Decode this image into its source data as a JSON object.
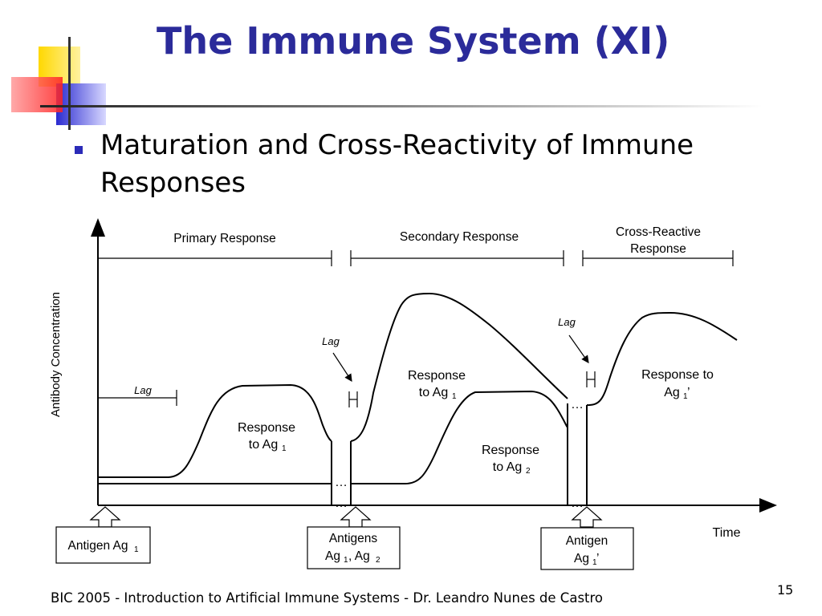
{
  "slide": {
    "title": "The Immune System (XI)",
    "bullet": "Maturation and Cross-Reactivity of Immune Responses",
    "footer": "BIC 2005 - Introduction to Artificial Immune Systems - Dr. Leandro Nunes de Castro",
    "page_number": "15"
  },
  "diagram": {
    "y_axis_label": "Antibody Concentration",
    "x_axis_label": "Time",
    "phases": {
      "primary": "Primary Response",
      "secondary": "Secondary Response",
      "cross_line1": "Cross-Reactive",
      "cross_line2": "Response"
    },
    "lag": "Lag",
    "curves": {
      "primary_ag1_line1": "Response",
      "primary_ag1_line2": "to Ag",
      "secondary_ag1_line1": "Response",
      "secondary_ag1_line2": "to Ag",
      "ag2_line1": "Response",
      "ag2_line2": "to Ag",
      "cross_line1": "Response to",
      "cross_line2": "Ag"
    },
    "antigens": {
      "first": "Antigen Ag",
      "second_line1": "Antigens",
      "second_line2a": "Ag",
      "second_line2b": ", Ag",
      "third_line1": "Antigen",
      "third_line2": "Ag"
    },
    "subscripts": {
      "one": "1",
      "two": "2"
    },
    "prime": "’",
    "ellipsis": "…",
    "colors": {
      "title": "#2b2b9a",
      "bullet": "#2b2bb8",
      "deco_yellow": "#ffdf00",
      "deco_red": "#ff3030",
      "deco_blue": "#3a3acd"
    }
  }
}
